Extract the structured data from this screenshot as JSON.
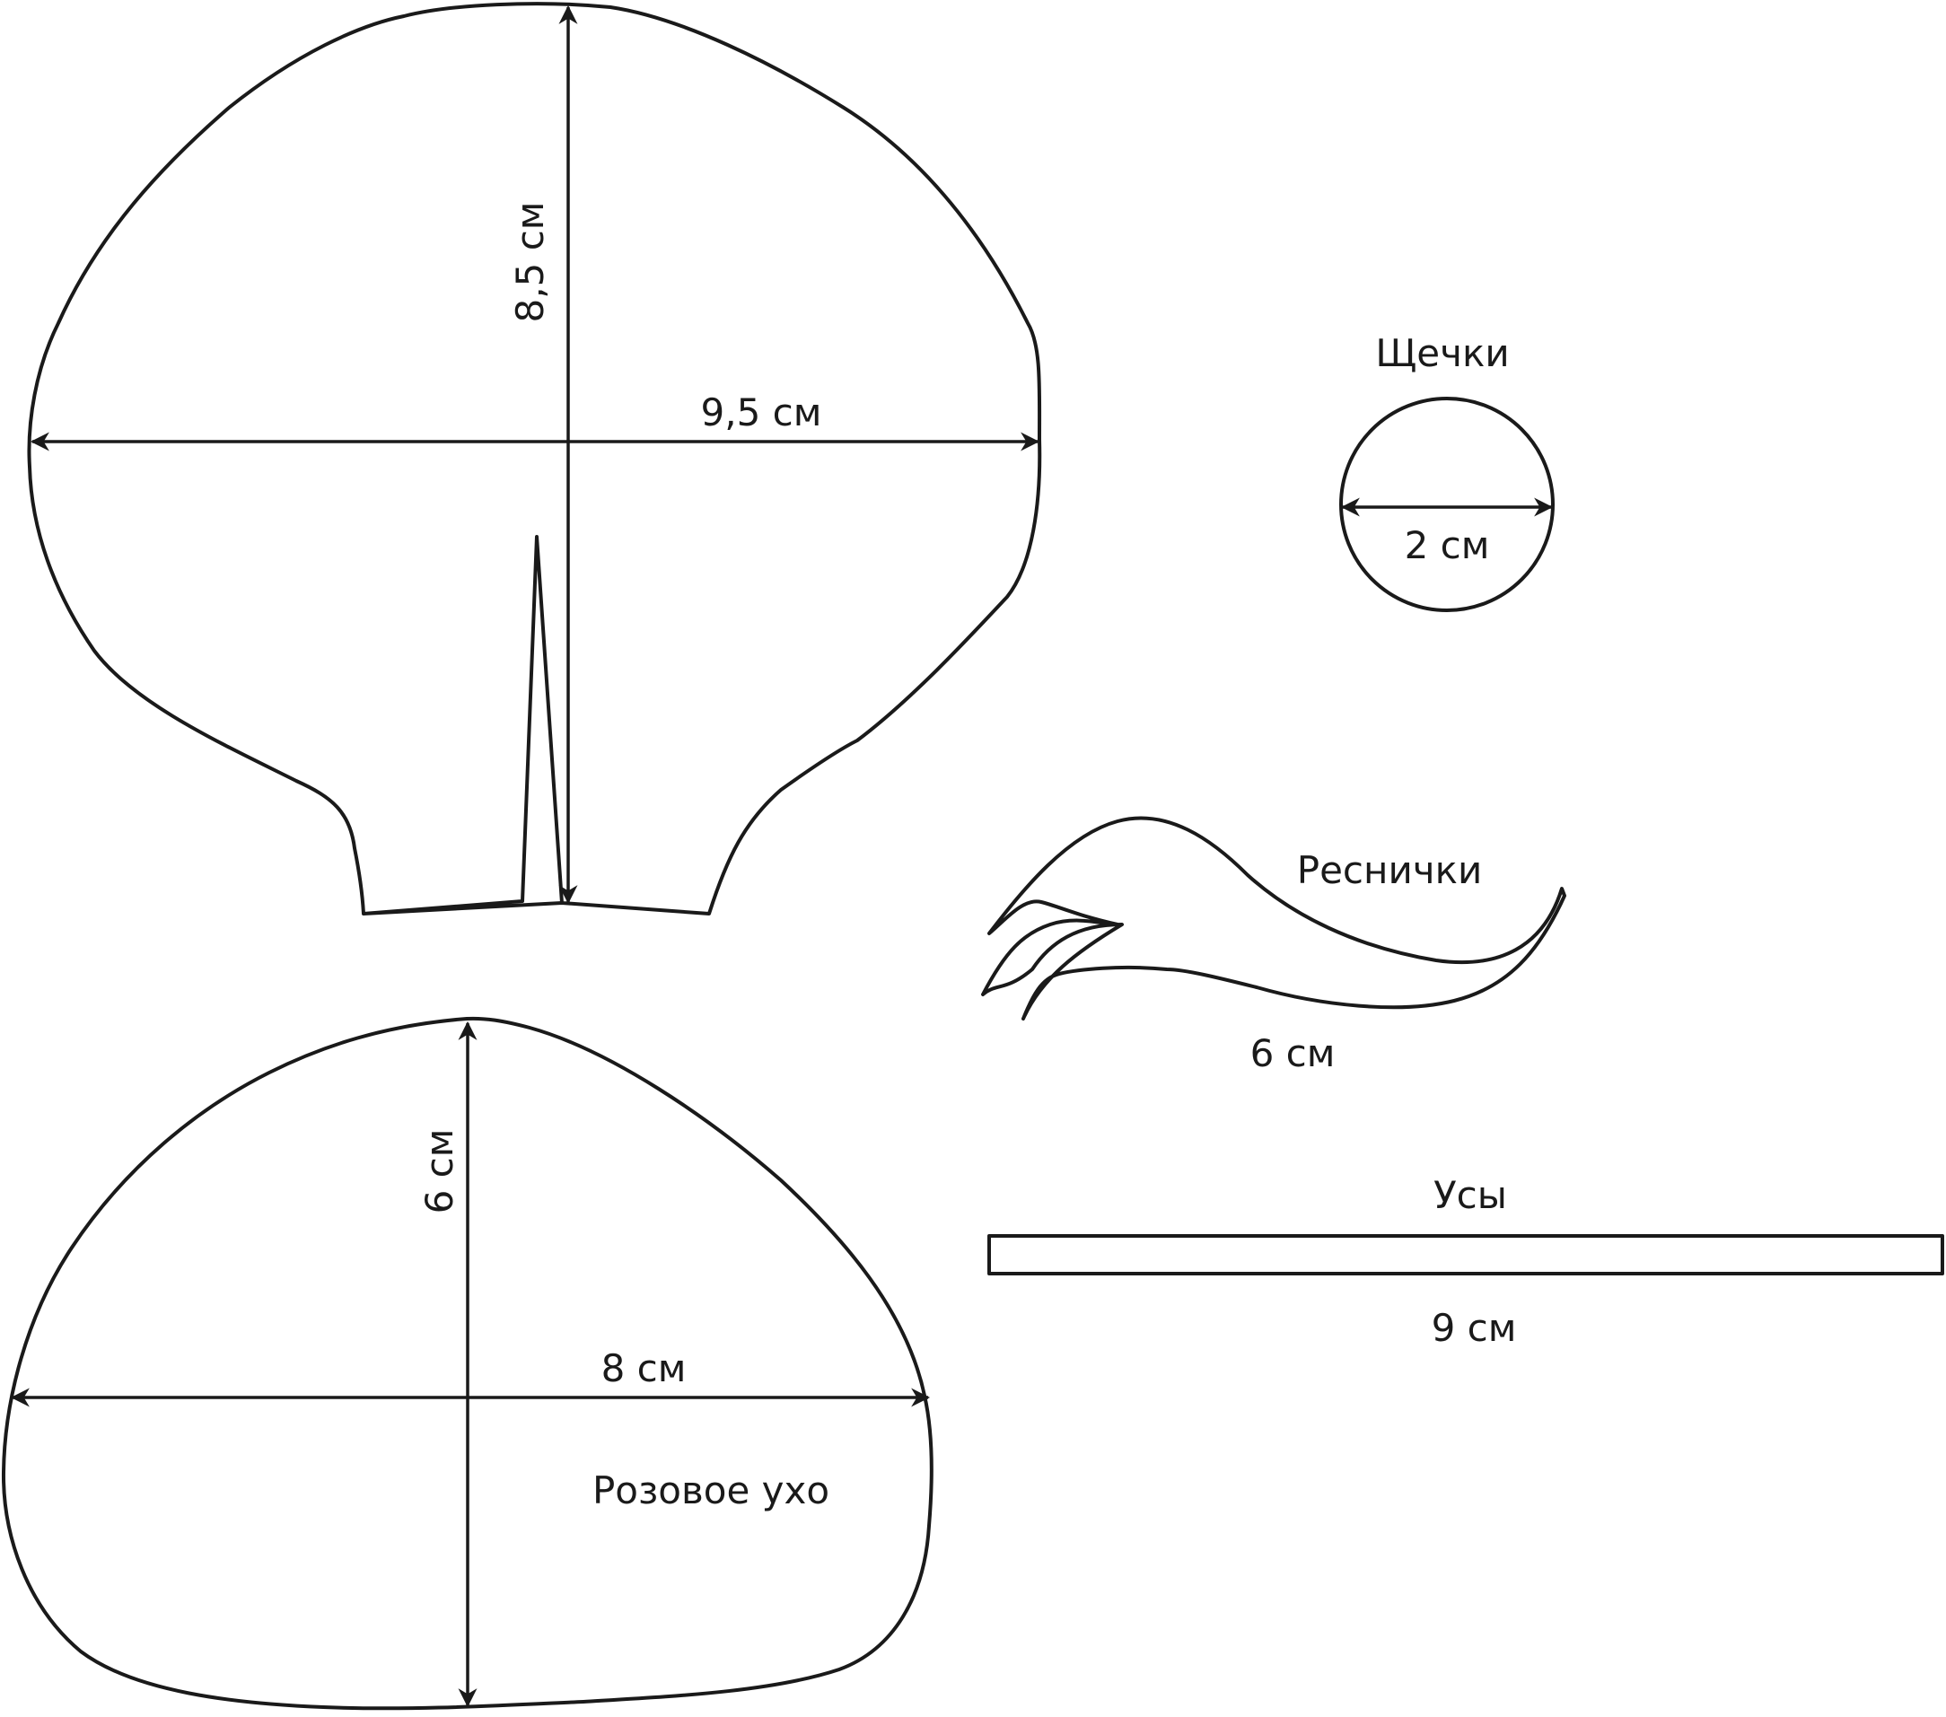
{
  "pieces": {
    "main_ear": {
      "height_label": "8,5 см",
      "width_label": "9,5 см"
    },
    "pink_ear": {
      "title": "Розовое ухо",
      "height_label": "6 см",
      "width_label": "8 см"
    },
    "cheeks": {
      "title": "Щечки",
      "diameter_label": "2 см"
    },
    "eyelashes": {
      "title": "Реснички",
      "length_label": "6 см"
    },
    "whiskers": {
      "title": "Усы",
      "length_label": "9 см"
    }
  },
  "colors": {
    "stroke": "#1a1a1a",
    "background": "#ffffff"
  }
}
